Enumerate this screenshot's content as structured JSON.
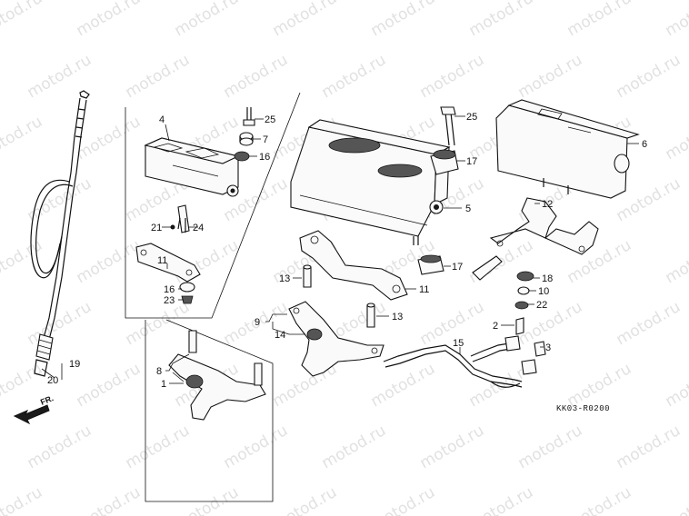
{
  "diagram_code": "KK03-R0200",
  "direction_label": "FR.",
  "watermark_text": "motod.ru",
  "colors": {
    "line": "#111111",
    "watermark": "#c9c9c9",
    "background": "#ffffff"
  },
  "icons": {
    "direction_arrow": "arrow-down-left-icon"
  },
  "part_labels": [
    {
      "id": "p4",
      "text": "4"
    },
    {
      "id": "p25a",
      "text": "25"
    },
    {
      "id": "p7",
      "text": "7"
    },
    {
      "id": "p16a",
      "text": "16"
    },
    {
      "id": "p21",
      "text": "21"
    },
    {
      "id": "p24",
      "text": "24"
    },
    {
      "id": "p11a",
      "text": "11"
    },
    {
      "id": "p16b",
      "text": "16"
    },
    {
      "id": "p23",
      "text": "23"
    },
    {
      "id": "p25b",
      "text": "25"
    },
    {
      "id": "p17a",
      "text": "17"
    },
    {
      "id": "p5",
      "text": "5"
    },
    {
      "id": "p6",
      "text": "6"
    },
    {
      "id": "p12",
      "text": "12"
    },
    {
      "id": "p13a",
      "text": "13"
    },
    {
      "id": "p17b",
      "text": "17"
    },
    {
      "id": "p11b",
      "text": "11"
    },
    {
      "id": "p18",
      "text": "18"
    },
    {
      "id": "p10",
      "text": "10"
    },
    {
      "id": "p22",
      "text": "22"
    },
    {
      "id": "p9",
      "text": "9"
    },
    {
      "id": "p13b",
      "text": "13"
    },
    {
      "id": "p14",
      "text": "14"
    },
    {
      "id": "p2",
      "text": "2"
    },
    {
      "id": "p15",
      "text": "15"
    },
    {
      "id": "p3",
      "text": "3"
    },
    {
      "id": "p8",
      "text": "8"
    },
    {
      "id": "p1",
      "text": "1"
    },
    {
      "id": "p19",
      "text": "19"
    },
    {
      "id": "p20",
      "text": "20"
    }
  ]
}
